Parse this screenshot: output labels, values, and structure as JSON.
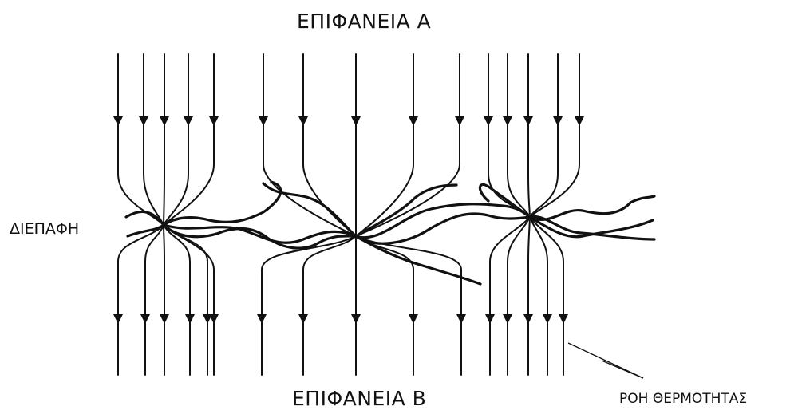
{
  "labels": {
    "surface_a": "ΕΠΙΦΑΝΕΙΑ Α",
    "surface_b": "ΕΠΙΦΑΝΕΙΑ Β",
    "interface": "ΔΙΕΠΑΦΗ",
    "heat_flow": "ΡΟΗ ΘΕΡΜΟΤΗΤΑΣ"
  },
  "colors": {
    "ink": "#111111",
    "background": "#ffffff"
  }
}
